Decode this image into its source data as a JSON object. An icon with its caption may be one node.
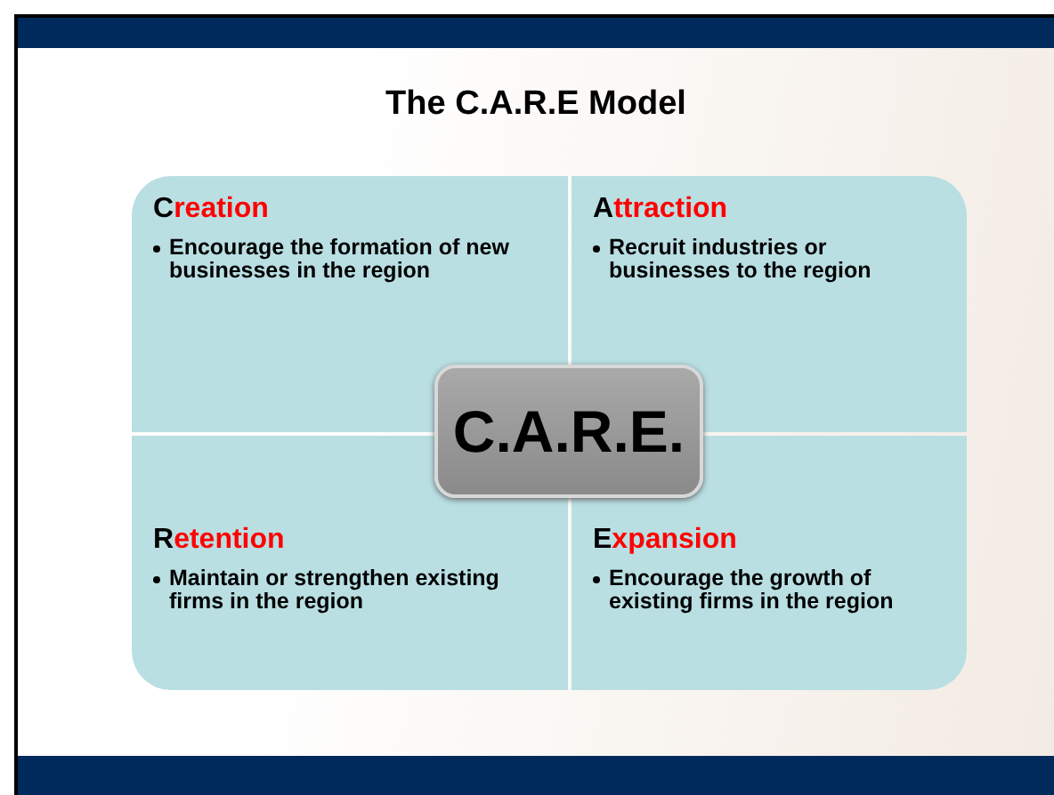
{
  "diagram": {
    "title": "The C.A.R.E Model",
    "nodes": [
      {
        "text": [
          "Creation",
          "Encourage the formation of new businesses in the region"
        ]
      },
      {
        "text": [
          "Attraction",
          "Recruit industries or businesses to the region"
        ]
      },
      {
        "text": [
          "C.A.R.E."
        ]
      },
      {
        "text": [
          "Retention",
          "Maintain or strengthen existing firms in the region"
        ]
      },
      {
        "text": [
          "Expansion",
          "Encourage the growth of existing firms in the region"
        ]
      }
    ]
  }
}
